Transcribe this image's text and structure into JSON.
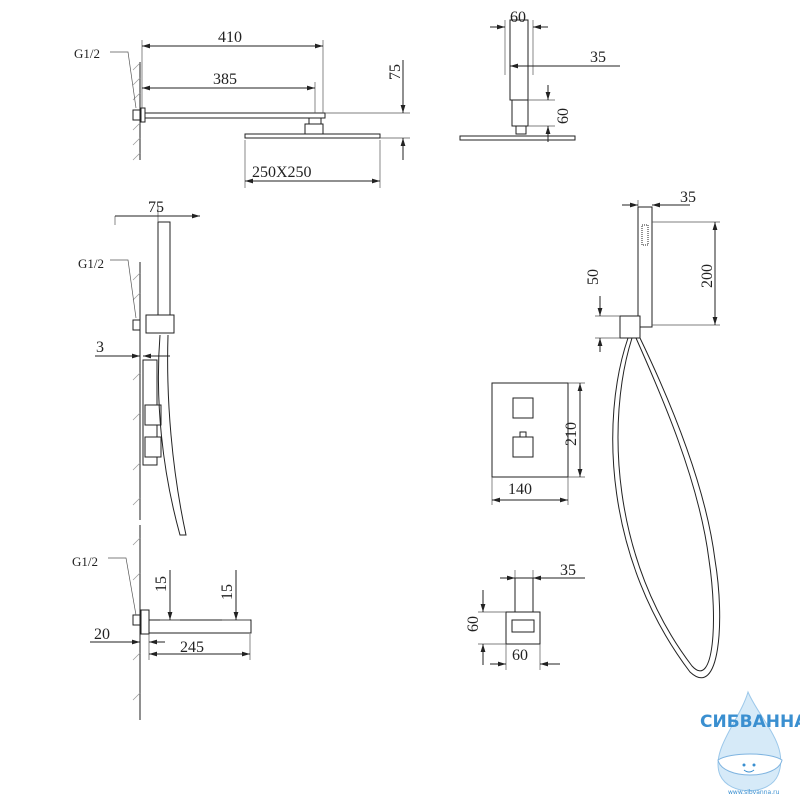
{
  "overhead_shower": {
    "thread_label": "G1/2",
    "arm_total_length": "410",
    "arm_length": "385",
    "drop_height": "75",
    "head_size": "250X250"
  },
  "overhead_side_view": {
    "arm_width": "60",
    "arm_depth": "35",
    "connector_height": "60"
  },
  "hand_shower_side": {
    "thread_label": "G1/2",
    "holder_depth": "75",
    "plate_thickness": "3"
  },
  "hand_shower_front": {
    "width": "35",
    "length": "200",
    "holder_height": "50"
  },
  "mixer_plate": {
    "height": "210",
    "width": "140"
  },
  "spout_side": {
    "thread_label": "G1/2",
    "height_a": "15",
    "height_b": "15",
    "wall_offset": "20",
    "length": "245"
  },
  "spout_front": {
    "depth": "35",
    "height": "60",
    "width": "60"
  },
  "logo": {
    "name": "СИБВАННА",
    "url": "www.sibvanna.ru",
    "color": "#3a8fd0"
  }
}
